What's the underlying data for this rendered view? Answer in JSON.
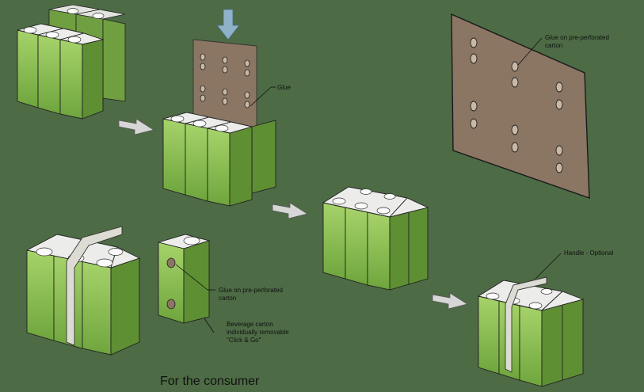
{
  "labels": {
    "glue": "Glue",
    "glue_sheet_1": "Glue on pre-perforated",
    "glue_sheet_2": "carton",
    "handle": "Handle - Optional",
    "glue_single_1": "Glue on pre-perforated",
    "glue_single_2": "carton",
    "bev_1": "Beverage carton",
    "bev_2": "individually removable",
    "bev_3": "\"Click & Go\""
  },
  "caption": "For the consumer",
  "colors": {
    "background": "#4d6b45",
    "carton_green": "#7cb24a",
    "carton_green_dark": "#5e8f33",
    "carton_top": "#e6e6e1",
    "sheet": "#8b7563",
    "arrow_blue": "#8fb2c9",
    "arrow_grey": "#d6d6d6"
  },
  "icons": [
    "down-arrow-icon",
    "right-arrow-icon"
  ]
}
